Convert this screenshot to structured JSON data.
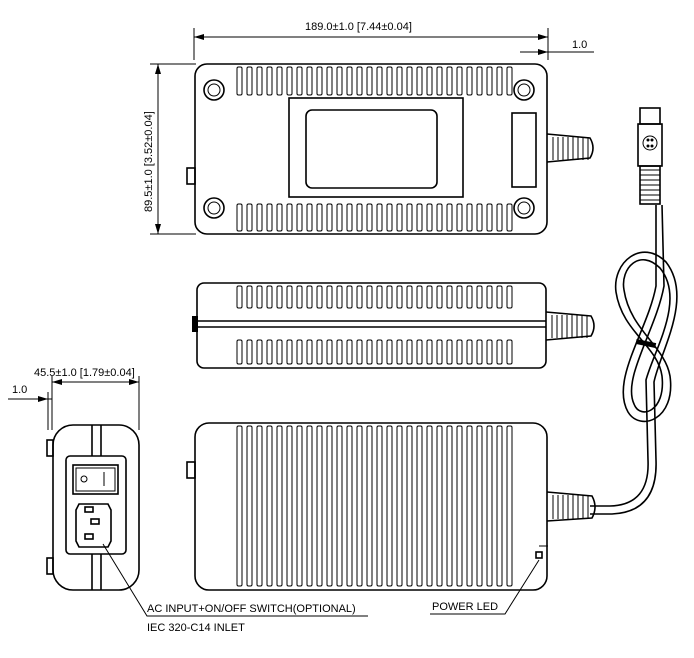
{
  "dimensions": {
    "length": "189.0±1.0  [7.44±0.04]",
    "height": "89.5±1.0  [3.52±0.04]",
    "width": "45.5±1.0  [1.79±0.04]",
    "offset_top": "1.0",
    "offset_side": "1.0"
  },
  "callouts": {
    "ac_input_line1": "AC INPUT+ON/OFF SWITCH(OPTIONAL)",
    "ac_input_line2": "IEC 320-C14 INLET",
    "power_led": "POWER LED"
  }
}
